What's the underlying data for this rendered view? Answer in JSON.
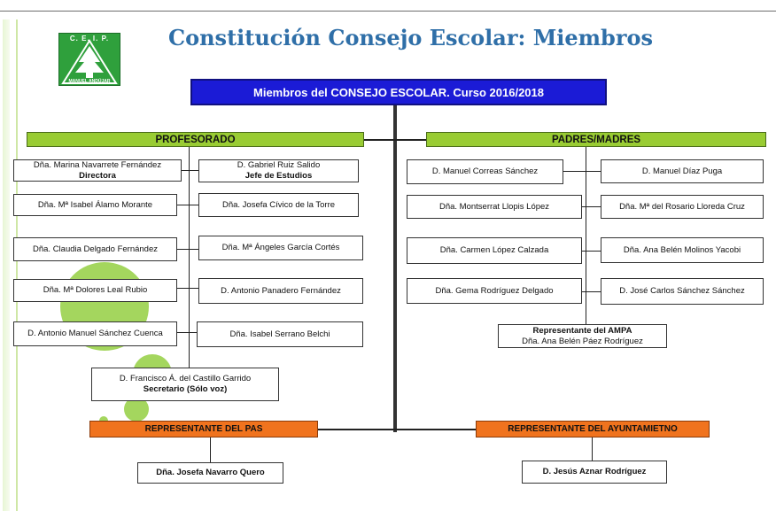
{
  "title": "Constitución Consejo Escolar: Miembros",
  "logo": {
    "top": "C. E. I. P.",
    "bottom": "MANUEL ANDÚJAR"
  },
  "header": "Miembros del CONSEJO ESCOLAR. Curso 2016/2018",
  "groups": {
    "profesorado": "PROFESORADO",
    "padres": "PADRES/MADRES"
  },
  "profesorado": {
    "left": [
      {
        "name": "Dña. Marina Navarrete Fernández",
        "role": "Directora"
      },
      {
        "name": "Dña. Mª Isabel Álamo Morante"
      },
      {
        "name": "Dña. Claudia Delgado Fernández"
      },
      {
        "name": "Dña. Mª Dolores Leal Rubio"
      },
      {
        "name": "D. Antonio Manuel Sánchez Cuenca"
      }
    ],
    "right": [
      {
        "name": "D. Gabriel Ruiz Salido",
        "role": "Jefe de Estudios"
      },
      {
        "name": "Dña. Josefa Cívico de la Torre"
      },
      {
        "name": "Dña. Mª Ángeles García Cortés"
      },
      {
        "name": "D. Antonio Panadero Fernández"
      },
      {
        "name": "Dña. Isabel Serrano Belchi"
      }
    ],
    "secretario": {
      "name": "D. Francisco Á. del Castillo Garrido",
      "role": "Secretario (Sólo voz)"
    }
  },
  "padres": {
    "left": [
      {
        "name": "D. Manuel Correas Sánchez"
      },
      {
        "name": "Dña. Montserrat Llopis López"
      },
      {
        "name": "Dña. Carmen López Calzada"
      },
      {
        "name": "Dña. Gema Rodríguez Delgado"
      }
    ],
    "right": [
      {
        "name": "D. Manuel Díaz Puga"
      },
      {
        "name": "Dña. Mª del Rosario Lloreda Cruz"
      },
      {
        "name": "Dña. Ana Belén Molinos Yacobi"
      },
      {
        "name": "D. José Carlos Sánchez Sánchez"
      }
    ],
    "ampa": {
      "role": "Representante del AMPA",
      "name": "Dña. Ana Belén Páez Rodríguez"
    }
  },
  "pas": {
    "label": "REPRESENTANTE DEL PAS",
    "name": "Dña. Josefa Navarro Quero"
  },
  "ayuntamiento": {
    "label": "REPRESENTANTE DEL AYUNTAMIETNO",
    "name": "D. Jesús Aznar Rodríguez"
  },
  "colors": {
    "title": "#2f6fa8",
    "header_bg": "#1b1bd6",
    "group_bg": "#99cc33",
    "orange_bg": "#f0731e",
    "bubble": "#a4d65e"
  }
}
